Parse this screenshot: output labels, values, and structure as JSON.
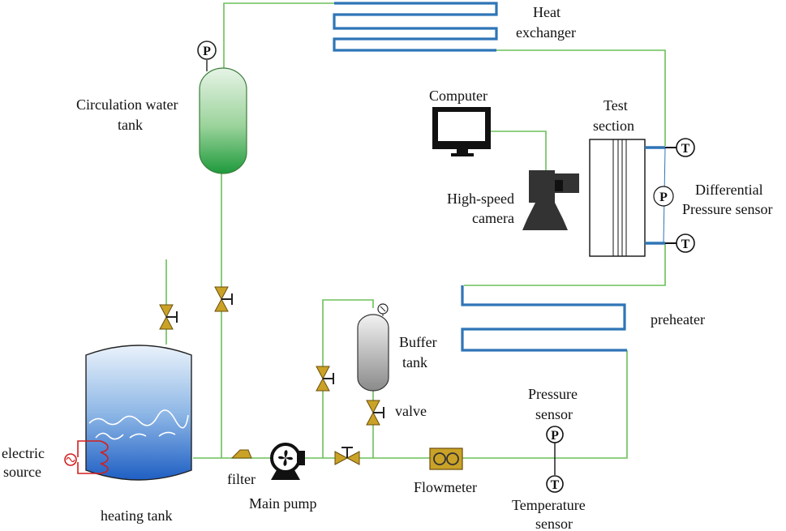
{
  "labels": {
    "heat_exchanger_1": "Heat",
    "heat_exchanger_2": "exchanger",
    "circulation_tank_1": "Circulation water",
    "circulation_tank_2": "tank",
    "computer": "Computer",
    "test_section_1": "Test",
    "test_section_2": "section",
    "camera_1": "High-speed",
    "camera_2": "camera",
    "diff_pressure_1": "Differential",
    "diff_pressure_2": "Pressure sensor",
    "preheater": "preheater",
    "buffer_tank_1": "Buffer",
    "buffer_tank_2": "tank",
    "valve": "valve",
    "pressure_sensor_1": "Pressure",
    "pressure_sensor_2": "sensor",
    "electric_source_1": "electric",
    "electric_source_2": "source",
    "filter": "filter",
    "flowmeter": "Flowmeter",
    "main_pump": "Main pump",
    "heating_tank": "heating tank",
    "temperature_sensor_1": "Temperature",
    "temperature_sensor_2": "sensor"
  },
  "gauges": {
    "pressure": "P",
    "temperature": "T"
  },
  "colors": {
    "pipe": "#6cc05a",
    "coil": "#2e75b6",
    "valve": "#c9a227"
  }
}
